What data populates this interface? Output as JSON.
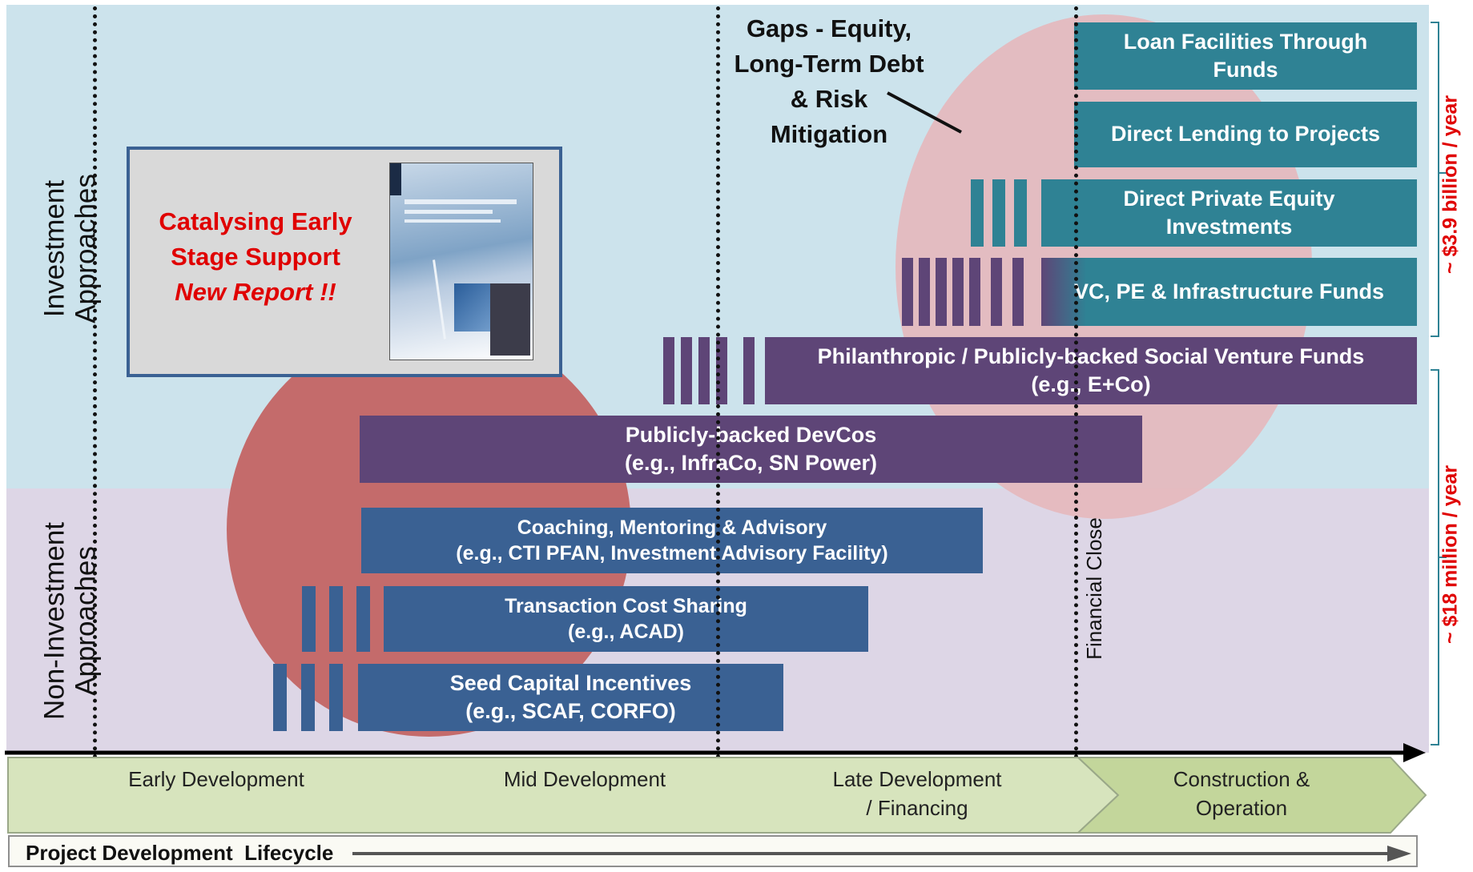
{
  "axes": {
    "investment": "Investment Approaches",
    "non_investment": "Non-Investment Approaches"
  },
  "money": {
    "upper": "~ $3.9 billion / year",
    "lower": "~ $18 million / year"
  },
  "gaps": [
    "Gaps - Equity,",
    "Long-Term Debt",
    "& Risk",
    "Mitigation"
  ],
  "report": {
    "line1": "Catalysing Early",
    "line2": "Stage Support",
    "line3": "New Report !!"
  },
  "bars": {
    "loan_facilities": "Loan Facilities Through Funds",
    "direct_lending": "Direct Lending to Projects",
    "direct_pe": "Direct Private Equity Investments",
    "vc_pe": "VC, PE & Infrastructure Funds",
    "philanthropic_l1": "Philanthropic / Publicly-backed Social Venture Funds",
    "philanthropic_l2": "(e.g., E+Co)",
    "devcos_l1": "Publicly-backed DevCos",
    "devcos_l2": "(e.g., InfraCo, SN Power)",
    "coaching_l1": "Coaching, Mentoring & Advisory",
    "coaching_l2": "(e.g., CTI PFAN, Investment Advisory Facility)",
    "transaction_l1": "Transaction Cost Sharing",
    "transaction_l2": "(e.g., ACAD)",
    "seed_l1": "Seed Capital Incentives",
    "seed_l2": "(e.g., SCAF, CORFO)"
  },
  "financial_close": "Financial Close",
  "phases": {
    "early": "Early Development",
    "mid": "Mid Development",
    "late_l1": "Late Development",
    "late_l2": "/ Financing",
    "construction_l1": "Construction &",
    "construction_l2": "Operation"
  },
  "lifecycle": "Project Development  Lifecycle",
  "colors": {
    "investment_band": "#cce3ec",
    "non_investment_band": "#ddd6e6",
    "teal": "#2f8294",
    "purple": "#5e4577",
    "blue": "#3a6193",
    "highlight_red": "#e00000",
    "phase_green": "#d7e4bd",
    "construction_green": "#c3d69b"
  }
}
